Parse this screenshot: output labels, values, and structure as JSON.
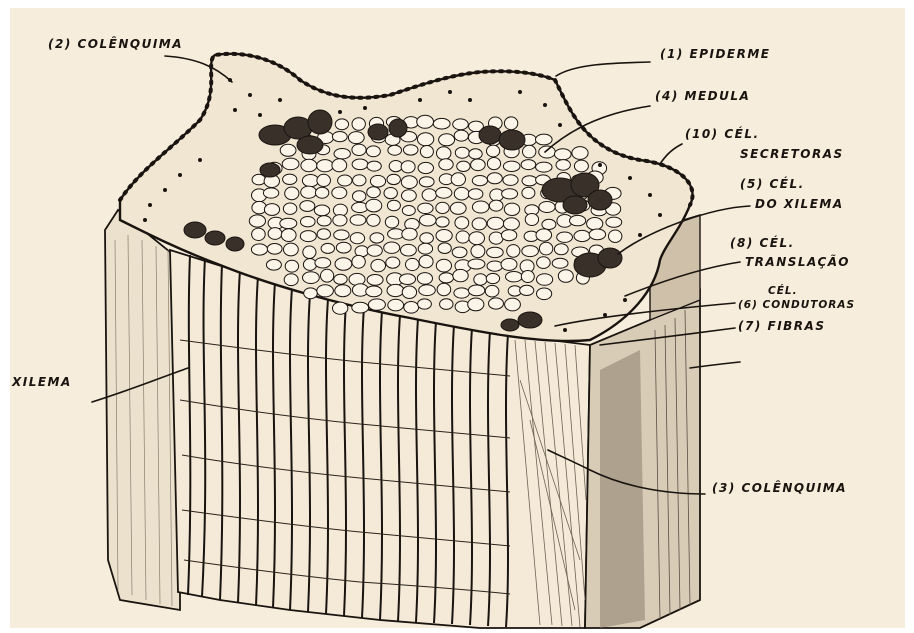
{
  "colors": {
    "paper": "#f6eddc",
    "ink": "#1a1410",
    "shade": "#8a7d6e",
    "dark_cluster": "#3a302a"
  },
  "labels": {
    "colenquima_top": "(2) COLÊNQUIMA",
    "epiderme": "(1)  EPIDERME",
    "medula": "(4)  MEDULA",
    "cel_secretoras_1": "(10) CÉL.",
    "cel_secretoras_2": "SECRETORAS",
    "cel_xilema_1": "(5) CÉL.",
    "cel_xilema_2": "DO XILEMA",
    "cel_translacao_1": "(8) CÉL.",
    "cel_translacao_2": "TRANSLAÇÃO",
    "cel_condutoras_1": "CÉL.",
    "cel_condutoras_2": "(6)  CONDUTORAS",
    "fibras": "(7) FIBRAS",
    "xilema": "XILEMA",
    "colenquima_bottom": "(3) COLÊNQUIMA"
  }
}
